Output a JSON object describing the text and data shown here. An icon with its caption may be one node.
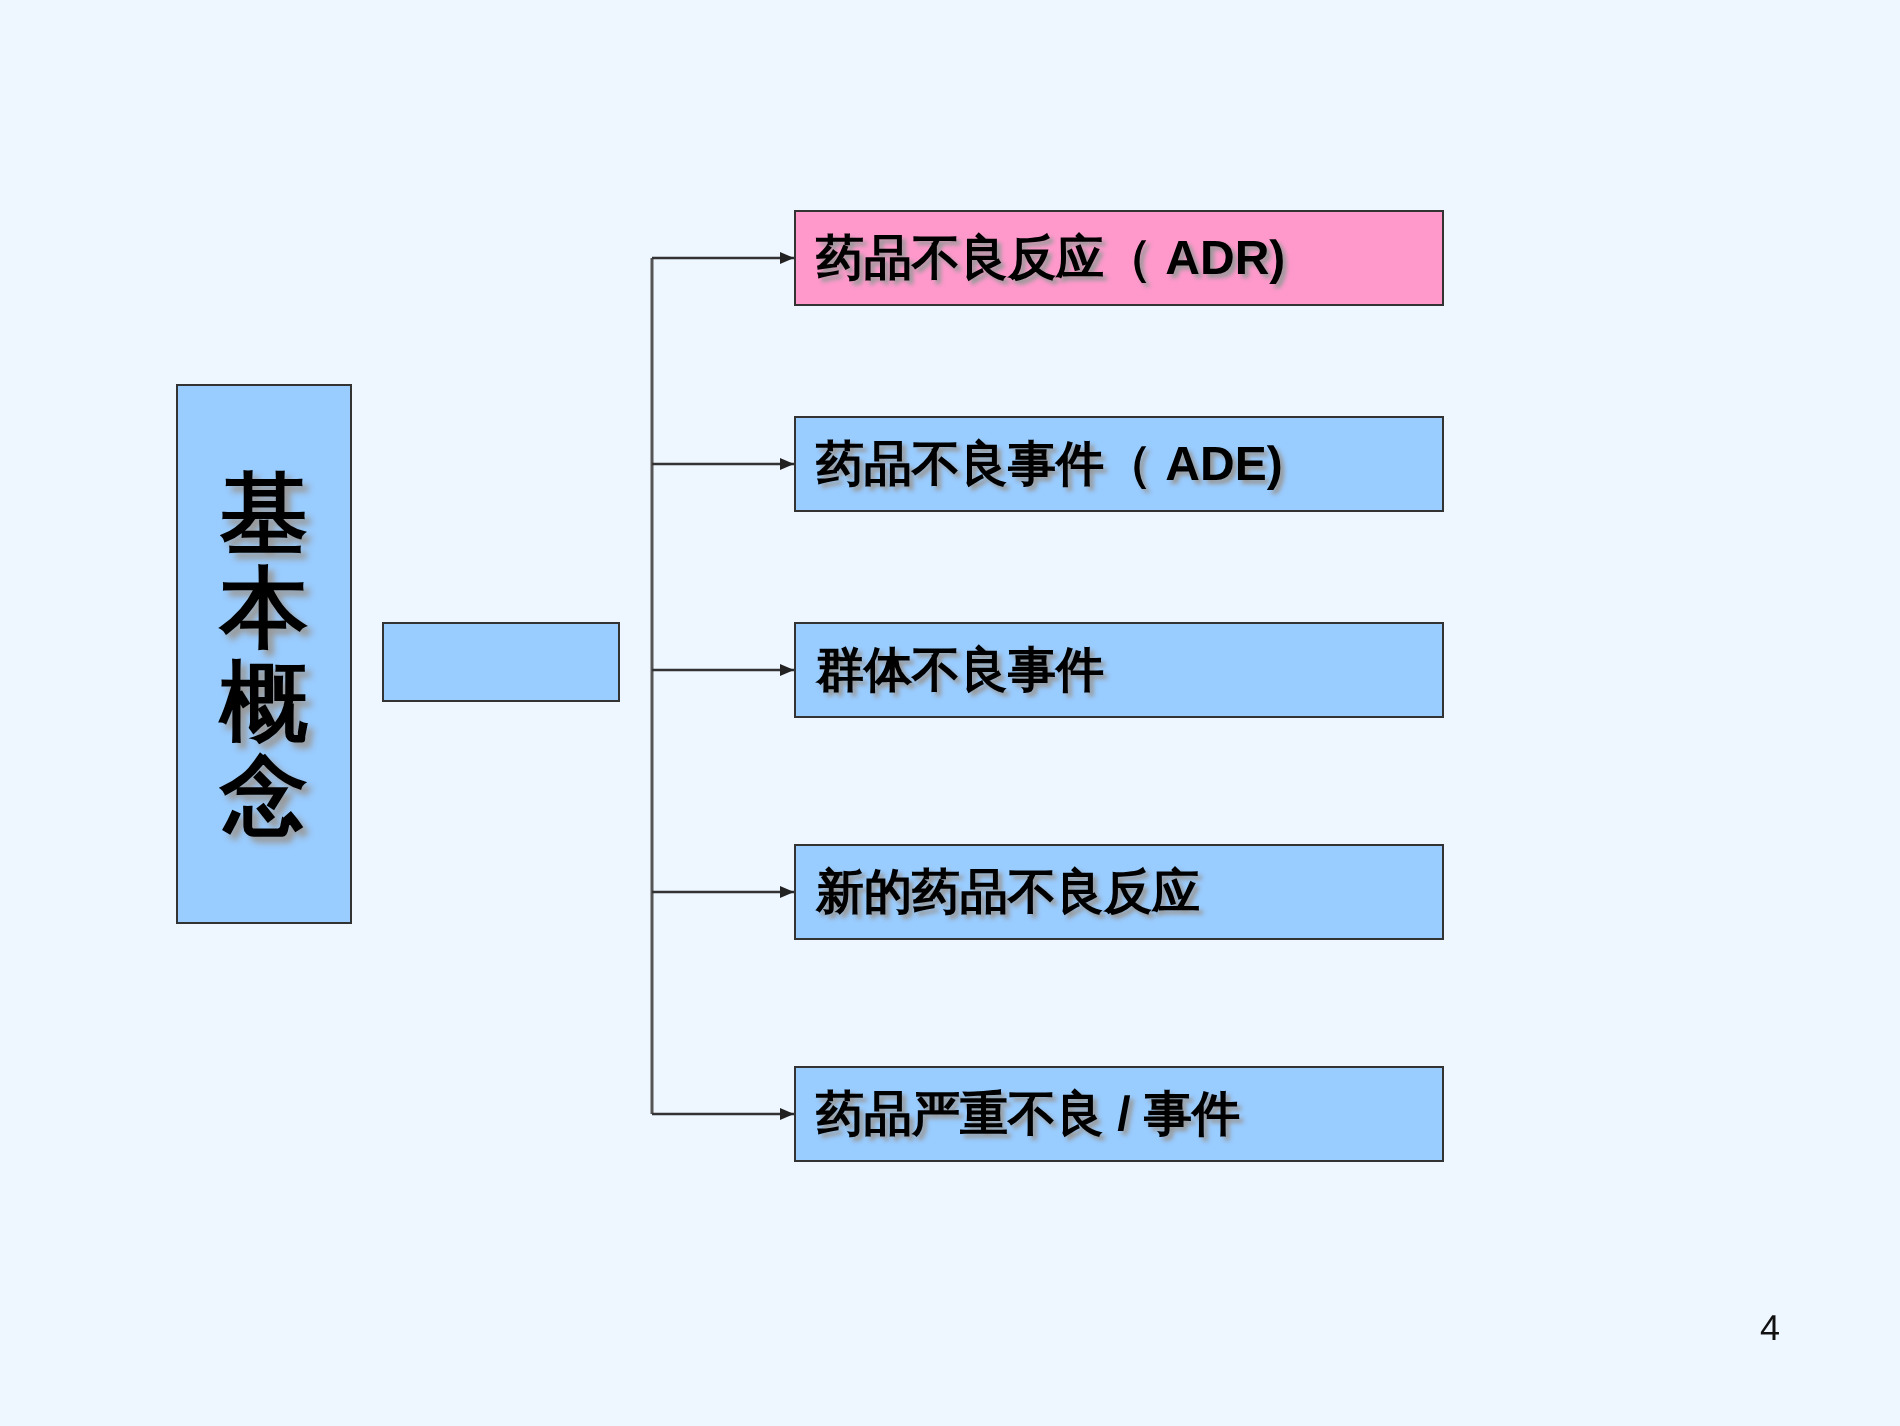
{
  "diagram": {
    "nodes": [
      {
        "text": [
          "基本概念"
        ]
      },
      {
        "text": [],
        "shape": "box"
      },
      {
        "text": [
          "药品不良反应（ ADR)"
        ]
      },
      {
        "text": [
          "药品不良事件（ ADE)"
        ]
      },
      {
        "text": [
          "群体不良事件"
        ]
      },
      {
        "text": [
          "新的药品不良反应"
        ]
      },
      {
        "text": [
          "药品严重不良 / 事件"
        ]
      }
    ],
    "edges": [
      {
        "from": null,
        "to": 2,
        "arrow": "to"
      },
      {
        "from": null,
        "to": 3,
        "arrow": "to"
      },
      {
        "from": null,
        "to": 4,
        "arrow": "to"
      },
      {
        "from": null,
        "to": 5,
        "arrow": "to"
      },
      {
        "from": null,
        "to": 6,
        "arrow": "to"
      }
    ],
    "labels": [
      "4"
    ]
  }
}
